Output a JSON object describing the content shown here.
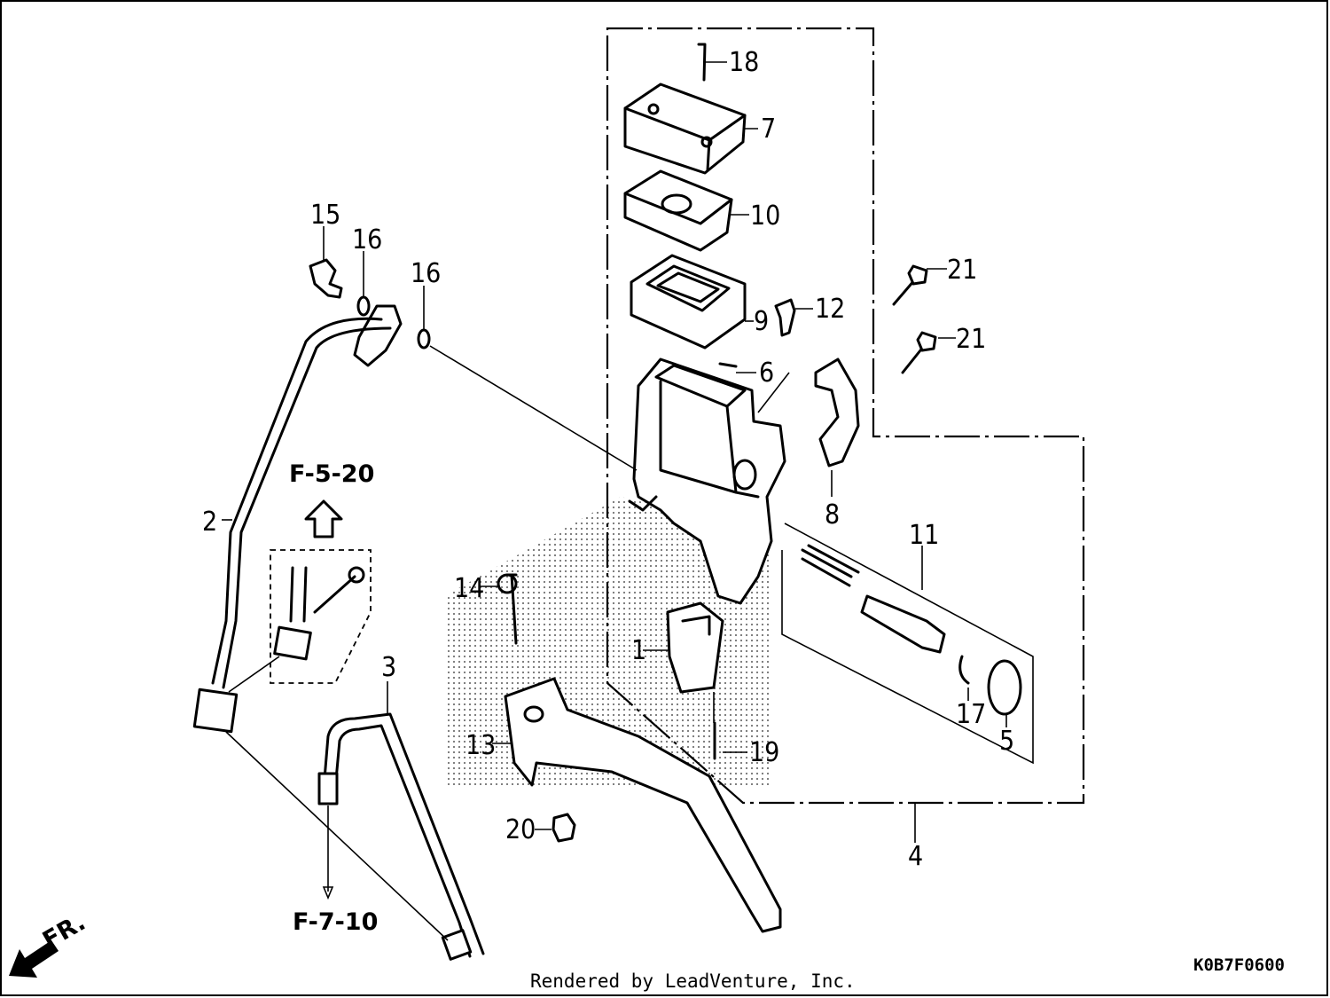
{
  "diagram": {
    "credit": "Rendered by LeadVenture, Inc.",
    "drawing_code": "K0B7F0600",
    "direction_label": "FR.",
    "references": {
      "upper": "F-5-20",
      "lower": "F-7-10"
    },
    "callouts": {
      "c1": "1",
      "c2": "2",
      "c3": "3",
      "c4": "4",
      "c5": "5",
      "c6": "6",
      "c7": "7",
      "c8": "8",
      "c9": "9",
      "c10": "10",
      "c11": "11",
      "c12": "12",
      "c13": "13",
      "c14": "14",
      "c15": "15",
      "c16a": "16",
      "c16b": "16",
      "c17": "17",
      "c18": "18",
      "c19": "19",
      "c20": "20",
      "c21a": "21",
      "c21b": "21"
    }
  }
}
